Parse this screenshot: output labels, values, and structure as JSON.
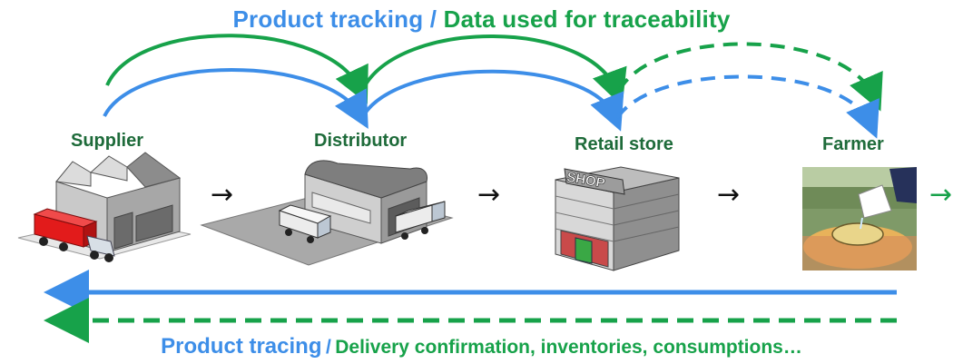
{
  "top_title": {
    "blue_part": "Product tracking",
    "separator": "/",
    "green_part": "Data used for traceability"
  },
  "nodes": [
    {
      "label": "Supplier"
    },
    {
      "label": "Distributor"
    },
    {
      "label": "Retail store"
    },
    {
      "label": "Farmer"
    }
  ],
  "shop_sign": "SHOP",
  "bottom_title": {
    "blue_part": "Product tracing",
    "separator": "/",
    "green_part": "Delivery confirmation, inventories, consumptions…"
  },
  "colors": {
    "blue": "#3d8ee8",
    "green": "#17a24a",
    "label": "#1e6b3a"
  },
  "icons": [
    "factory-icon",
    "truck-icon",
    "warehouse-icon",
    "van-icon",
    "shop-building-icon",
    "farmer-photo",
    "arrow-icon"
  ]
}
